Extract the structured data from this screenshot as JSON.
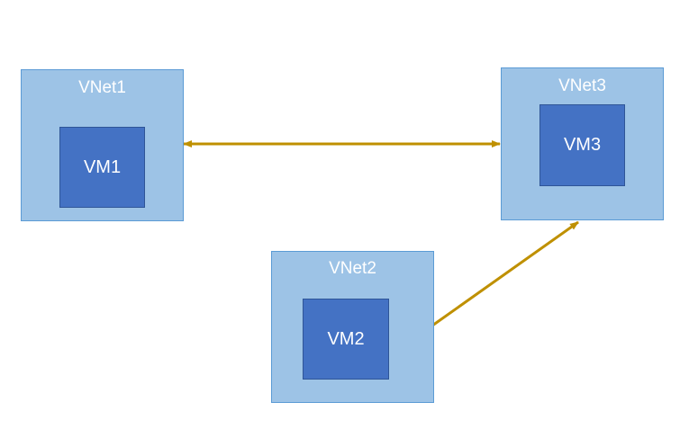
{
  "colors": {
    "vnet_fill": "#9dc3e6",
    "vnet_border": "#5b9bd5",
    "vm_fill": "#4472c4",
    "vm_border": "#2f5597",
    "connector": "#bf9000",
    "label_text": "#ffffff"
  },
  "vnets": [
    {
      "label": "VNet1",
      "vm": {
        "label": "VM1"
      }
    },
    {
      "label": "VNet2",
      "vm": {
        "label": "VM2"
      }
    },
    {
      "label": "VNet3",
      "vm": {
        "label": "VM3"
      }
    }
  ],
  "connections": [
    {
      "from": "VNet1",
      "to": "VNet3",
      "direction": "bidirectional"
    },
    {
      "from": "VNet2",
      "to": "VNet3",
      "direction": "one-way"
    }
  ]
}
